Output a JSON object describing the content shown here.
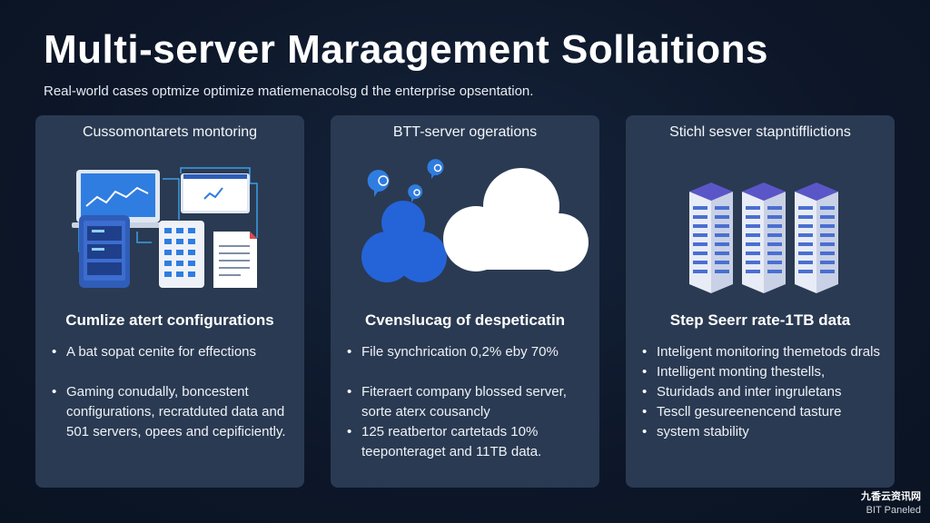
{
  "page": {
    "title": "Multi-server Maraagement Sollaitions",
    "subtitle": "Real-world cases optmize optimize matiemenacolsg d the enterprise opsentation."
  },
  "cards": [
    {
      "heading": "Cussomontarets montoring",
      "subheading": "Cumlize atert configurations",
      "bullets": [
        "A bat sopat cenite for effections",
        "Gaming conudally, boncestent configurations, recratduted data and 501 servers, opees and cepificiently."
      ],
      "illustration": "monitoring-devices"
    },
    {
      "heading": "BTT-server ogerations",
      "subheading": "Cvenslucag of despeticatin",
      "bullets": [
        "File synchrication 0,2% eby 70%",
        "Fiteraert company blossed server, sorte aterx cousancly",
        "125 reatbertor cartetads 10% teeponteraget and 11TB data."
      ],
      "illustration": "cloud-sync"
    },
    {
      "heading": "Stichl sesver stapntifflictions",
      "subheading": "Step Seerr rate-1TB data",
      "bullets": [
        "Inteligent monitoring themetods drals",
        "Intelligent monting thestells,",
        "Sturidads and inter ingruletans",
        "Tescll gesureenencend tasture",
        "system stability"
      ],
      "illustration": "server-racks"
    }
  ],
  "watermark": {
    "line1": "九香云资讯网",
    "line2": "BIT Paneled"
  },
  "colors": {
    "background": "#0d1729",
    "card": "#2a3a52",
    "accent_blue": "#2f6fe0",
    "text": "#ffffff"
  }
}
